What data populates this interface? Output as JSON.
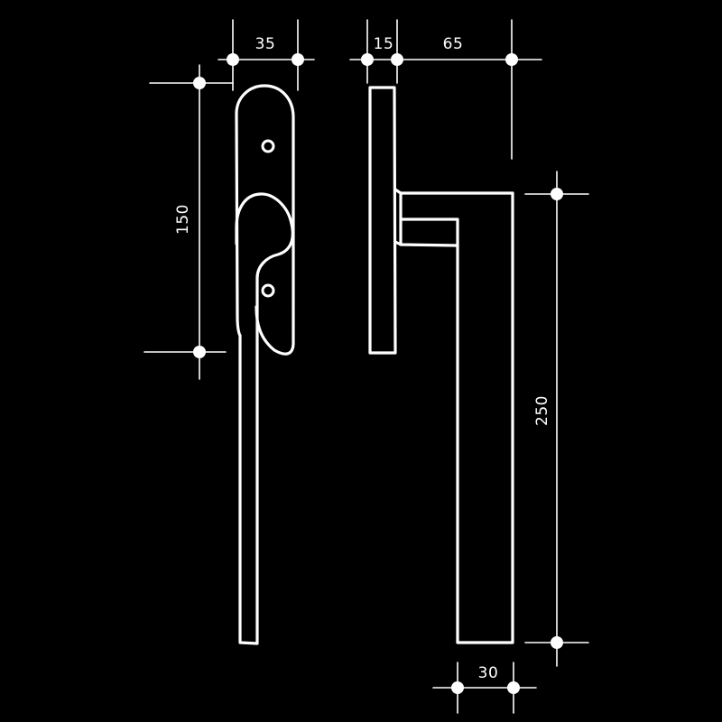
{
  "drawing": {
    "background_color": "#000000",
    "line_color": "#ffffff",
    "dimensions": {
      "front_width": "35",
      "side_base_width": "15",
      "side_lever_projection": "65",
      "front_plate_height": "150",
      "side_lever_length": "250",
      "side_grip_width": "30"
    }
  }
}
